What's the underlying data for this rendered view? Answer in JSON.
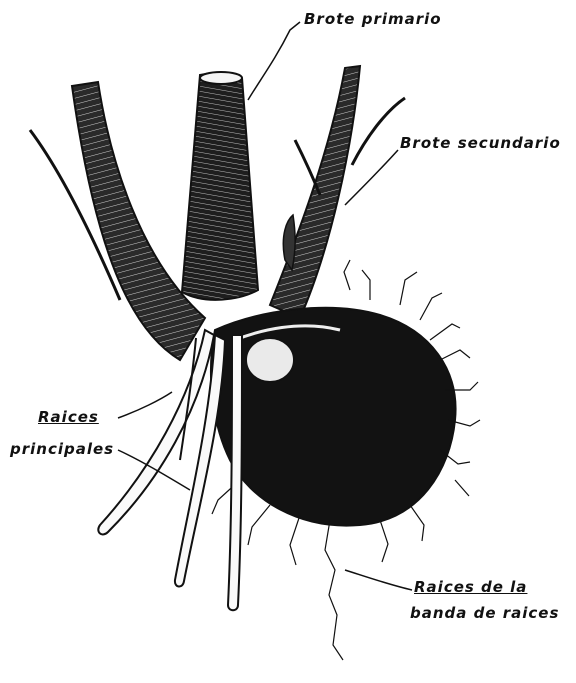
{
  "labels": {
    "primary_shoot": "Brote primario",
    "secondary_shoot": "Brote secundario",
    "main_roots_line1": "Raices",
    "main_roots_line2": "principales",
    "band_roots_line1": "Raices de la",
    "band_roots_line2": "banda de raices"
  },
  "colors": {
    "ink": "#111111",
    "background": "#ffffff"
  }
}
